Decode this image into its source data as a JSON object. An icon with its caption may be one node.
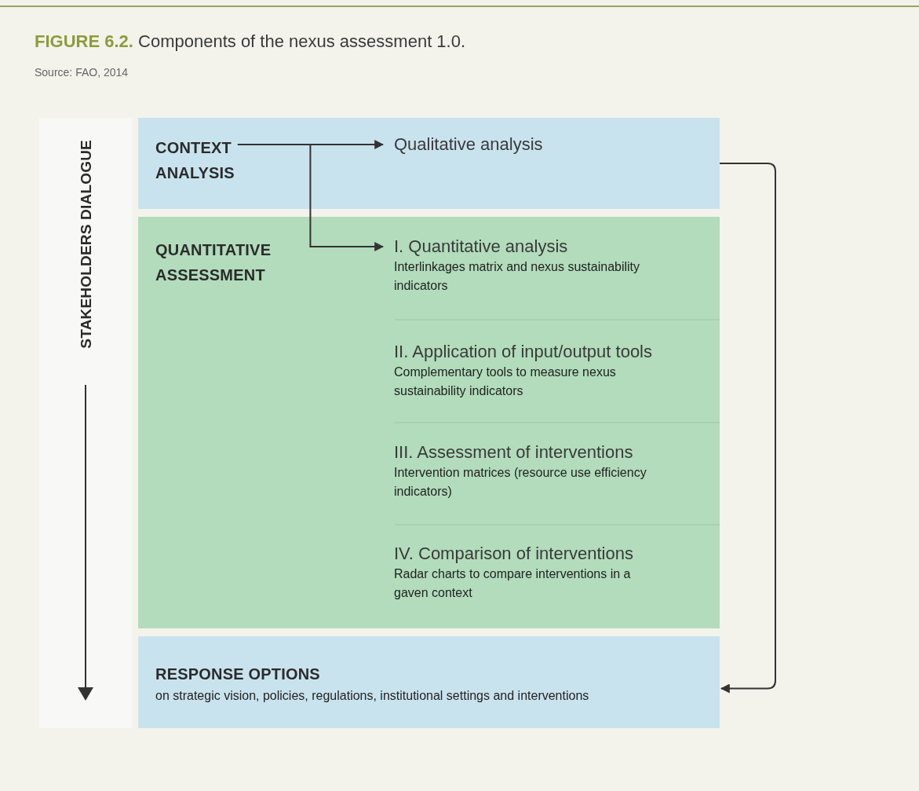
{
  "diagram": {
    "title": "**FIGURE 6.2.** Components of the nexus assessment 1.0.",
    "caption": "Source: FAO, 2014",
    "nodes": [
      {
        "text": [],
        "shape": "box"
      },
      {
        "text": [
          "CONTEXT ANALYSIS"
        ],
        "in": 0
      },
      {
        "text": [
          "Qualitative analysis"
        ],
        "in": 0
      },
      {
        "text": [
          "QUANTITATIVE ASSESSMENT"
        ]
      },
      {
        "text": [
          "I. Quantitative analysis",
          "Interlinkages matrix and nexus sustainability indicators"
        ],
        "in": 3
      },
      {
        "text": [
          "II. Application of input/output tools",
          "Complementary tools to measure nexus sustainability indicators"
        ],
        "in": 3
      },
      {
        "text": [
          "III. Assessment of interventions",
          "Intervention matrices (resource use efficiency indicators)"
        ],
        "in": 3
      },
      {
        "text": [
          "IV. Comparison of interventions",
          "Radar charts to compare interventions in a gaven context"
        ],
        "in": 3
      },
      {
        "text": [
          "RESPONSE OPTIONS",
          "on strategic vision, policies, regulations, institutional settings and interventions"
        ]
      },
      {
        "text": [
          "STAKEHOLDERS DIALOGUE"
        ]
      }
    ],
    "edges": [
      {
        "from": 1,
        "to": 2,
        "arrow": "to"
      },
      {
        "from": 1,
        "to": 4,
        "arrow": "to"
      },
      {
        "from": 0,
        "to": 8,
        "arrow": "to"
      }
    ]
  }
}
